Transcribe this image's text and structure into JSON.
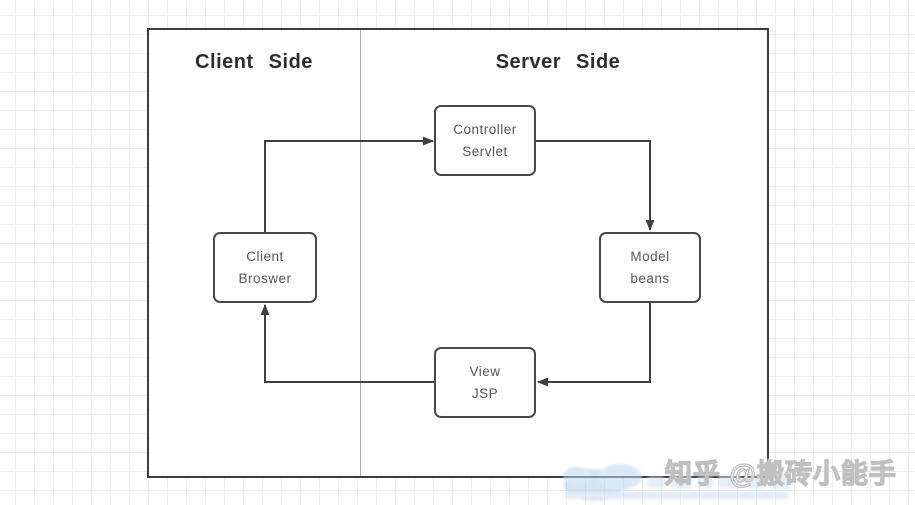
{
  "diagram": {
    "client_heading": "Client Side",
    "server_heading": "Server Side",
    "boxes": {
      "controller": {
        "line1": "Controller",
        "line2": "Servlet"
      },
      "model": {
        "line1": "Model",
        "line2": "beans"
      },
      "view": {
        "line1": "View",
        "line2": "JSP"
      },
      "client_browser": {
        "line1": "Client",
        "line2": "Broswer"
      }
    }
  },
  "watermark": {
    "zhihu": "知乎 @搬砖小能手"
  },
  "colors": {
    "frame_border": "#3d3d3d",
    "divider": "#a8a8a8",
    "arrow": "#3f3f3f",
    "box_border": "#494949",
    "box_text": "#575757",
    "heading_text": "#2d2d2d",
    "grid_line": "#ececec",
    "watermark_stroke": "#c0c0c0",
    "faint_watermark_blue": "#aecdef"
  }
}
